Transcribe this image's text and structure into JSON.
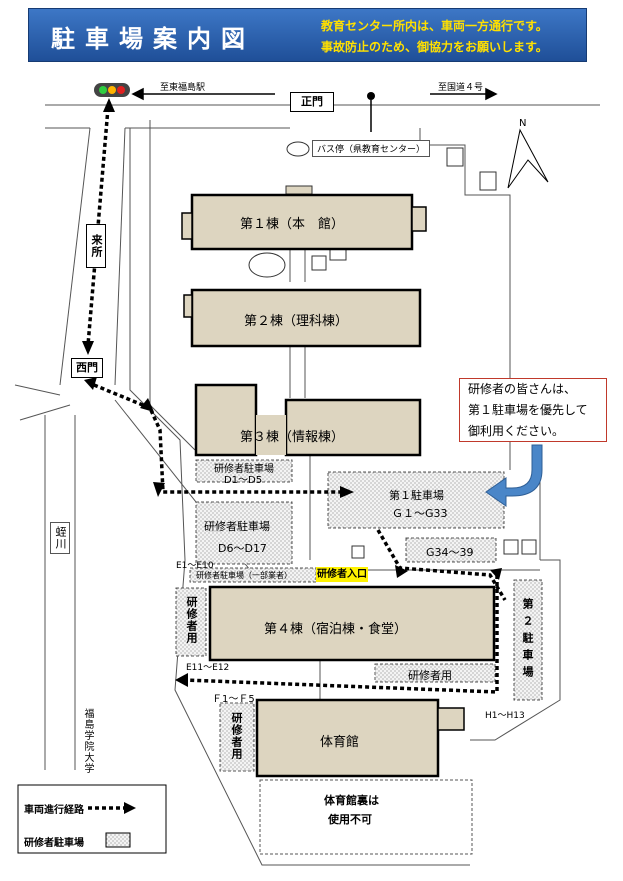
{
  "header": {
    "title": "駐車場案内図",
    "notice_line1": "教育センター所内は、車両一方通行です。",
    "notice_line2": "事故防止のため、御協力をお願いします。"
  },
  "roads": {
    "to_east_fukushima": "至東福島駅",
    "to_route4": "至国道４号",
    "bus_stop": "バス停（県教育センター）",
    "north": "N"
  },
  "gates": {
    "main": "正門",
    "west": "西門",
    "arrival": "来所"
  },
  "buildings": {
    "b1": "第１棟（本　館）",
    "b2": "第２棟（理科棟）",
    "b3": "第３棟（情報棟）",
    "b4": "第４棟（宿泊棟・食堂）",
    "gym": "体育館"
  },
  "parking": {
    "d_title": "研修者駐車場",
    "d_range1": "D1～D5",
    "d_range2": "D6～D17",
    "g_title": "第１駐車場",
    "g_range1": "Ｇ１～G33",
    "g_range2": "G34～39",
    "e_range1": "E1～E10",
    "e_note": "研修者駐車場（一部業者）",
    "e_vertical": "研修者用",
    "e_range2": "E11～E12",
    "trainee_bottom": "研修者用",
    "f_range": "Ｆ1～Ｆ5",
    "f_vertical": "研修者用",
    "h_vertical": "第２駐車場",
    "h_range": "H1～H13",
    "entrance": "研修者入口",
    "gym_back_line1": "体育館裏は",
    "gym_back_line2": "使用不可"
  },
  "callout": {
    "line1": "研修者の皆さんは、",
    "line2": "第１駐車場を優先して",
    "line3": "御利用ください。"
  },
  "external": {
    "river": "蛭川",
    "university": "福島学院大学"
  },
  "legend": {
    "route": "車両進行経路",
    "parking": "研修者駐車場"
  },
  "colors": {
    "header_bg": "#2a5ea8",
    "header_title": "#ffffff",
    "header_notice": "#ffe000",
    "building_fill": "#ddd5c0",
    "callout_border": "#c0392b",
    "arrow_blue": "#4a86c8",
    "entrance_highlight": "#fff200"
  }
}
